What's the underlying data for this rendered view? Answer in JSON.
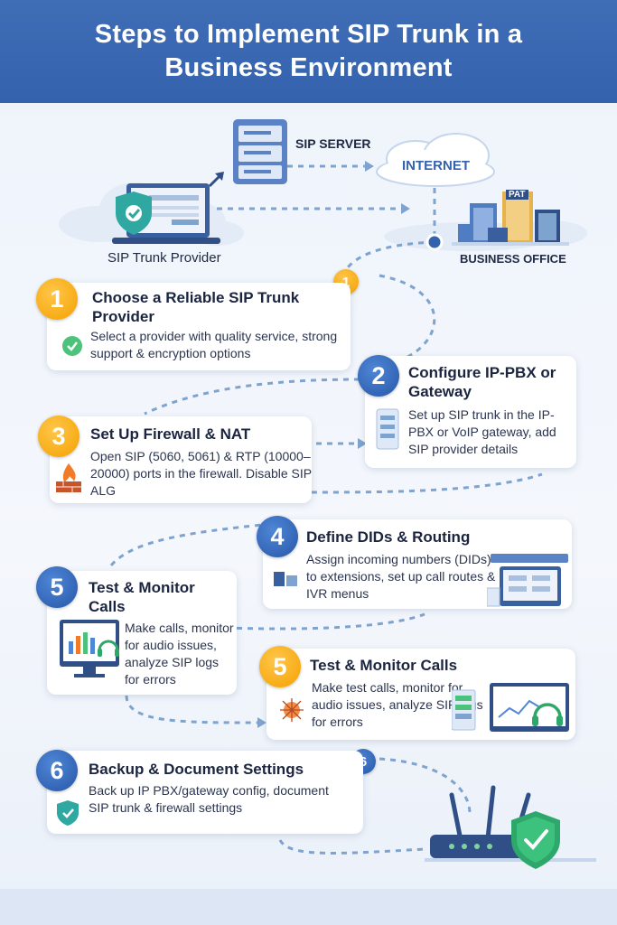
{
  "header": {
    "title": "Steps to Implement SIP Trunk in a Business Environment"
  },
  "top_labels": {
    "sip_server": "SIP SERVER",
    "internet": "INTERNET",
    "provider": "SIP Trunk Provider",
    "office": "BUSINESS OFFICE",
    "office_sign": "PAT"
  },
  "markers": {
    "m1": "1",
    "m6": "6"
  },
  "steps": [
    {
      "num": "1",
      "title": "Choose a Reliable SIP Trunk Provider",
      "desc": "Select a provider with quality service, strong support & encryption options"
    },
    {
      "num": "2",
      "title": "Configure IP-PBX or Gateway",
      "desc": "Set up SIP trunk in the IP-PBX or VoIP gateway, add SIP provider details"
    },
    {
      "num": "3",
      "title": "Set Up Firewall & NAT",
      "desc": "Open SIP (5060, 5061) & RTP (10000–20000) ports in the firewall. Disable SIP ALG"
    },
    {
      "num": "4",
      "title": "Define DIDs & Routing",
      "desc": "Assign incoming numbers (DIDs) to extensions, set up call routes & IVR menus"
    },
    {
      "num": "5",
      "title": "Test & Monitor Calls",
      "desc": "Make calls, monitor for audio issues, analyze SIP logs for errors"
    },
    {
      "num": "5",
      "title": "Test & Monitor Calls",
      "desc": "Make test calls, monitor for audio issues, analyze SIP logs for errors"
    },
    {
      "num": "6",
      "title": "Backup & Document Settings",
      "desc": "Back up IP PBX/gateway config, document SIP trunk & firewall  settings"
    }
  ],
  "colors": {
    "header": "#3462ad",
    "orange": "#f4a100",
    "blue": "#2757a8",
    "connector": "#7fa3cf"
  }
}
